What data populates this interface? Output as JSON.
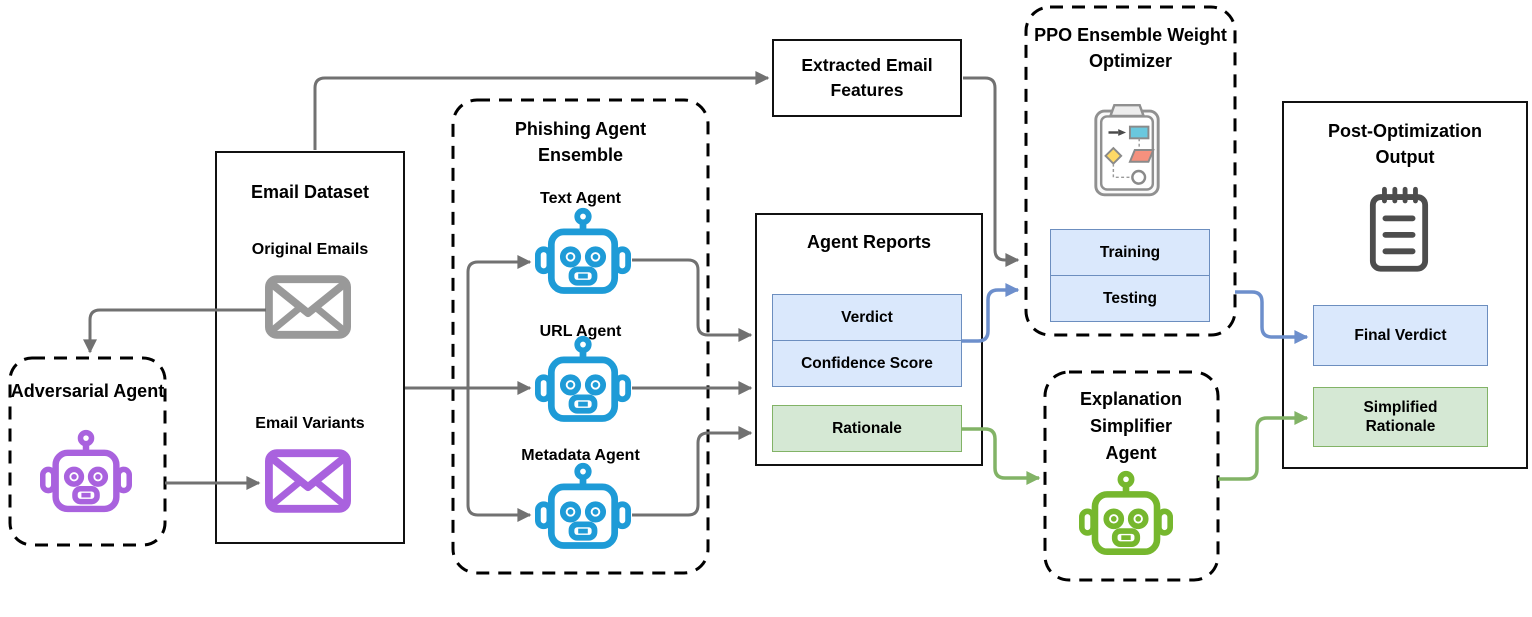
{
  "colors": {
    "agent_blue": "#1E9BD7",
    "adversarial_purple": "#A962DE",
    "simplifier_green": "#76B72E",
    "box_blue_fill": "#DAE8FC",
    "box_blue_border": "#6C8EBF",
    "box_green_fill": "#D5E8D4",
    "box_green_border": "#82B366",
    "arrow_gray": "#717171",
    "arrow_blue": "#6D8FCC",
    "arrow_green": "#82B366",
    "email_gray": "#999999"
  },
  "nodes": {
    "adversarial_agent": {
      "title": "Adversarial Agent"
    },
    "email_dataset": {
      "title": "Email Dataset",
      "original_emails_label": "Original Emails",
      "email_variants_label": "Email Variants"
    },
    "phishing_ensemble": {
      "title": "Phishing Agent Ensemble",
      "agents": [
        "Text Agent",
        "URL Agent",
        "Metadata Agent"
      ]
    },
    "extracted_features": {
      "title": "Extracted Email Features"
    },
    "agent_reports": {
      "title": "Agent Reports",
      "fields": [
        "Verdict",
        "Confidence Score",
        "Rationale"
      ]
    },
    "ppo_optimizer": {
      "title": "PPO Ensemble Weight Optimizer",
      "phases": [
        "Training",
        "Testing"
      ]
    },
    "explanation_simplifier": {
      "title": "Explanation Simplifier Agent"
    },
    "post_optimization": {
      "title": "Post-Optimization Output",
      "outputs": [
        "Final Verdict",
        "Simplified Rationale"
      ]
    }
  }
}
